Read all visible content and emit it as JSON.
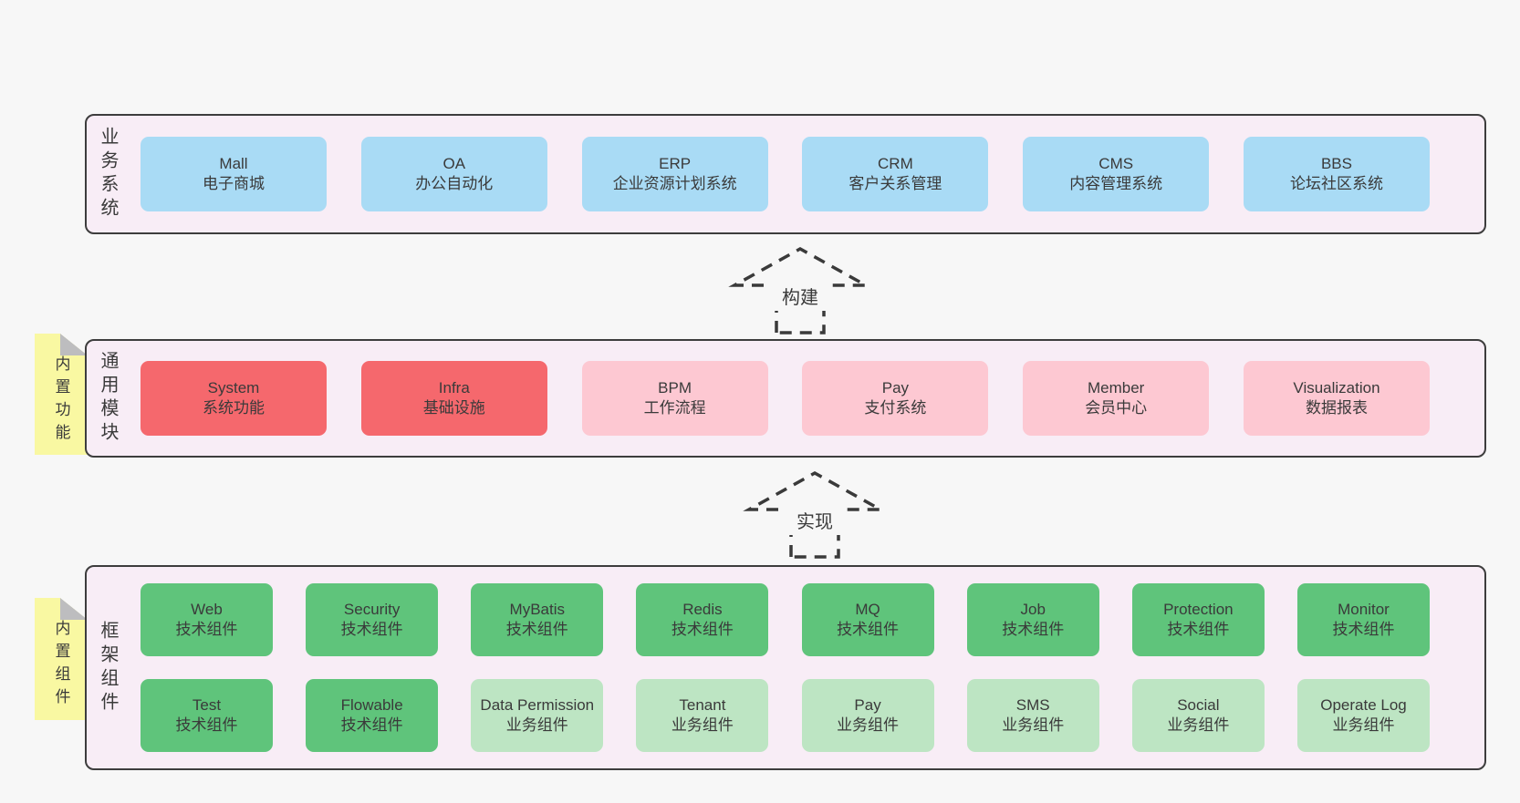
{
  "diagram": {
    "colors": {
      "page_background": "#f7f7f7",
      "layer_background": "#f8edf6",
      "layer_border": "#3d3d3d",
      "business_box": "#a9dbf5",
      "core_module_box": "#f5686d",
      "optional_module_box": "#fdc8d2",
      "tech_component_box": "#5fc47b",
      "biz_component_box": "#bde5c3",
      "sticky_note": "#f9f8a2",
      "sticky_note_fold": "#bdbdbf",
      "text": "#3a3a3a"
    },
    "arrows": [
      {
        "label": "构建"
      },
      {
        "label": "实现"
      }
    ],
    "layers": [
      {
        "id": "business-systems",
        "side_label": "业务系统",
        "note": "",
        "rows": [
          [
            {
              "name": "Mall",
              "desc": "电子商城",
              "variant": "blue"
            },
            {
              "name": "OA",
              "desc": "办公自动化",
              "variant": "blue"
            },
            {
              "name": "ERP",
              "desc": "企业资源计划系统",
              "variant": "blue"
            },
            {
              "name": "CRM",
              "desc": "客户关系管理",
              "variant": "blue"
            },
            {
              "name": "CMS",
              "desc": "内容管理系统",
              "variant": "blue"
            },
            {
              "name": "BBS",
              "desc": "论坛社区系统",
              "variant": "blue"
            }
          ]
        ]
      },
      {
        "id": "common-modules",
        "side_label": "通用模块",
        "note": "内置功能",
        "rows": [
          [
            {
              "name": "System",
              "desc": "系统功能",
              "variant": "red"
            },
            {
              "name": "Infra",
              "desc": "基础设施",
              "variant": "red"
            },
            {
              "name": "BPM",
              "desc": "工作流程",
              "variant": "pink"
            },
            {
              "name": "Pay",
              "desc": "支付系统",
              "variant": "pink"
            },
            {
              "name": "Member",
              "desc": "会员中心",
              "variant": "pink"
            },
            {
              "name": "Visualization",
              "desc": "数据报表",
              "variant": "pink"
            }
          ]
        ]
      },
      {
        "id": "framework-components",
        "side_label": "框架组件",
        "note": "内置组件",
        "rows": [
          [
            {
              "name": "Web",
              "desc": "技术组件",
              "variant": "green"
            },
            {
              "name": "Security",
              "desc": "技术组件",
              "variant": "green"
            },
            {
              "name": "MyBatis",
              "desc": "技术组件",
              "variant": "green"
            },
            {
              "name": "Redis",
              "desc": "技术组件",
              "variant": "green"
            },
            {
              "name": "MQ",
              "desc": "技术组件",
              "variant": "green"
            },
            {
              "name": "Job",
              "desc": "技术组件",
              "variant": "green"
            },
            {
              "name": "Protection",
              "desc": "技术组件",
              "variant": "green"
            },
            {
              "name": "Monitor",
              "desc": "技术组件",
              "variant": "green"
            }
          ],
          [
            {
              "name": "Test",
              "desc": "技术组件",
              "variant": "green"
            },
            {
              "name": "Flowable",
              "desc": "技术组件",
              "variant": "green"
            },
            {
              "name": "Data Permission",
              "desc": "业务组件",
              "variant": "lightgreen"
            },
            {
              "name": "Tenant",
              "desc": "业务组件",
              "variant": "lightgreen"
            },
            {
              "name": "Pay",
              "desc": "业务组件",
              "variant": "lightgreen"
            },
            {
              "name": "SMS",
              "desc": "业务组件",
              "variant": "lightgreen"
            },
            {
              "name": "Social",
              "desc": "业务组件",
              "variant": "lightgreen"
            },
            {
              "name": "Operate Log",
              "desc": "业务组件",
              "variant": "lightgreen"
            }
          ]
        ]
      }
    ]
  }
}
